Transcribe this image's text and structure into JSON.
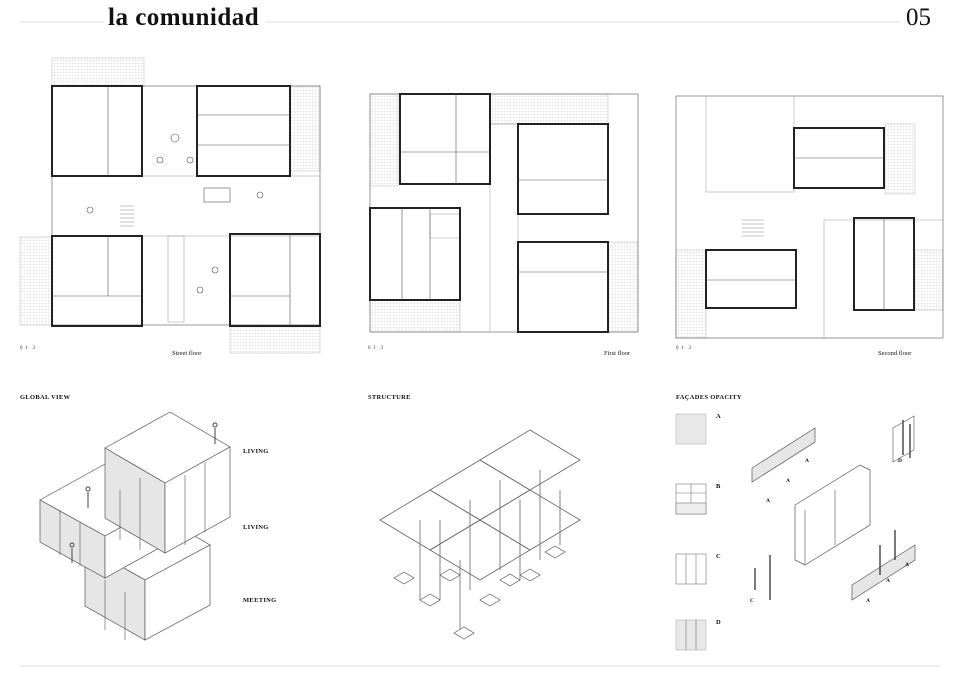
{
  "header": {
    "title": "la comunidad",
    "page_number": "05"
  },
  "scale_ticks": [
    "0",
    "1",
    "3"
  ],
  "plans": [
    {
      "caption": "Street floor"
    },
    {
      "caption": "First floor"
    },
    {
      "caption": "Second floor"
    }
  ],
  "global_view": {
    "heading": "GLOBAL VIEW",
    "levels": [
      "LIVING",
      "LIVING",
      "MEETING"
    ]
  },
  "structure": {
    "heading": "STRUCTURE"
  },
  "facades": {
    "heading": "FAÇADES OPACITY",
    "types": [
      "A",
      "B",
      "C",
      "D"
    ],
    "labels": {
      "a": "A",
      "c": "C",
      "d": "D"
    }
  }
}
